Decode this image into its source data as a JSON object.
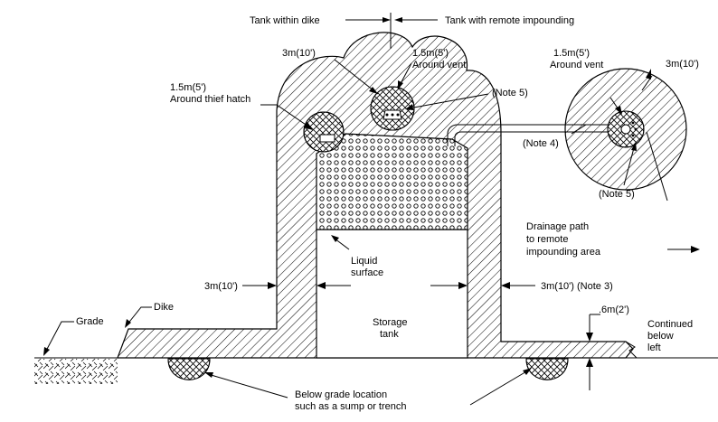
{
  "labels": {
    "tank_within_dike": "Tank within dike",
    "tank_remote_impounding": "Tank with remote impounding",
    "dist_3m_top": "3m(10')",
    "vent_dist_left_1": "1.5m(5')",
    "vent_dist_left_2": "Around vent",
    "vent_dist_right_1": "1.5m(5')",
    "vent_dist_right_2": "Around vent",
    "dist_3m_right_circle": "3m(10')",
    "thief_hatch_1": "1.5m(5')",
    "thief_hatch_2": "Around thief hatch",
    "note5_top": "(Note 5)",
    "note4": "(Note 4)",
    "note5_bottom": "(Note 5)",
    "drainage_1": "Drainage path",
    "drainage_2": "to remote",
    "drainage_3": "impounding area",
    "liquid_1": "Liquid",
    "liquid_2": "surface",
    "dist_3m_left": "3m(10')",
    "dist_3m_right": "3m(10') (Note 3)",
    "grade": "Grade",
    "dike": "Dike",
    "storage_1": "Storage",
    "storage_2": "tank",
    "height_06m": ".6m(2')",
    "continued_1": "Continued",
    "continued_2": "below",
    "continued_3": "left",
    "below_grade_1": "Below grade location",
    "below_grade_2": "such as a sump or trench"
  }
}
